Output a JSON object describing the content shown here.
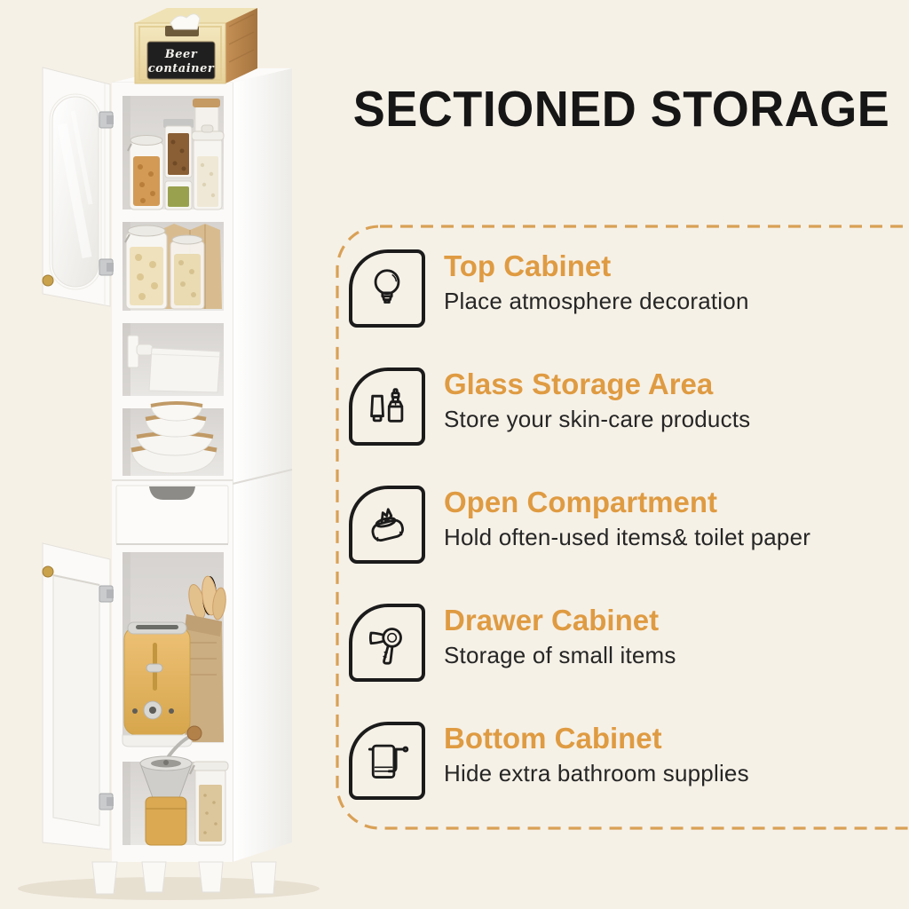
{
  "title": "SECTIONED STORAGE",
  "features": [
    {
      "icon": "lightbulb-icon",
      "title": "Top Cabinet",
      "subtitle": "Place atmosphere decoration"
    },
    {
      "icon": "skincare-icon",
      "title": "Glass Storage Area",
      "subtitle": "Store your skin-care products"
    },
    {
      "icon": "wipes-icon",
      "title": "Open Compartment",
      "subtitle": "Hold often-used items& toilet paper"
    },
    {
      "icon": "hairdryer-icon",
      "title": "Drawer Cabinet",
      "subtitle": "Storage of small items"
    },
    {
      "icon": "towel-icon",
      "title": "Bottom Cabinet",
      "subtitle": "Hide extra bathroom supplies"
    }
  ],
  "cabinet": {
    "box_label": {
      "line1": "Beer",
      "line2": "container"
    }
  },
  "colors": {
    "background": "#F6F1E7",
    "accent_orange": "#DF9B42",
    "dashed_border": "#D9A156",
    "heading_black": "#161616",
    "body_text": "#262626"
  }
}
